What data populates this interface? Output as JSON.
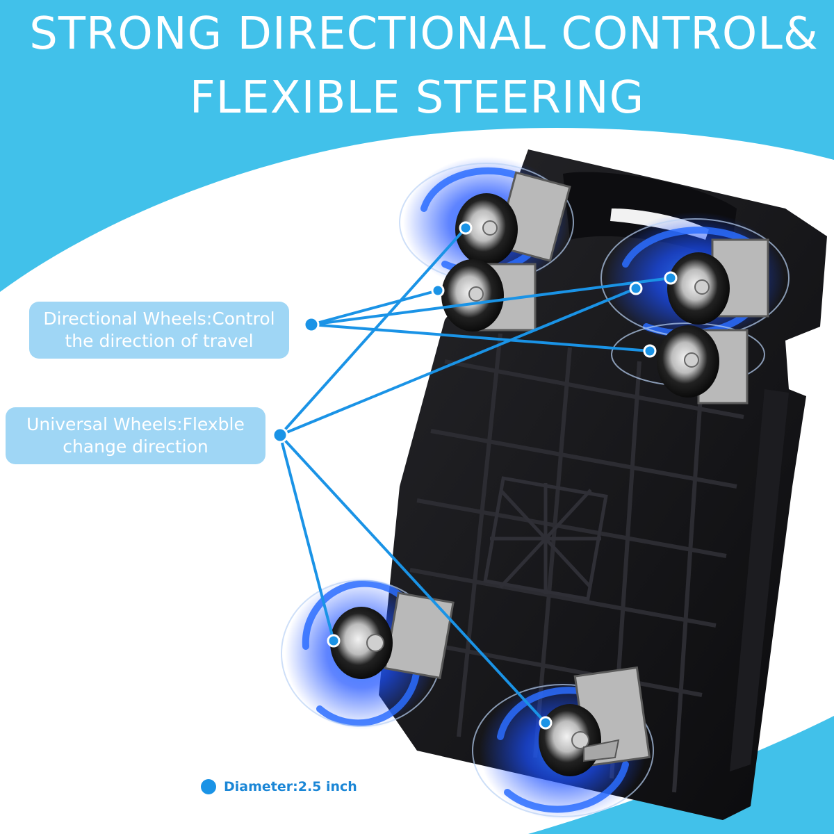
{
  "headline": {
    "line1": "STRONG DIRECTIONAL CONTROL&",
    "line2": "FLEXIBLE STEERING"
  },
  "callouts": {
    "directional": {
      "line1": "Directional Wheels:Control",
      "line2": "the direction of travel"
    },
    "universal": {
      "line1": "Universal Wheels:Flexble",
      "line2": "change direction"
    }
  },
  "legend": {
    "label": "Diameter:2.5 inch"
  },
  "colors": {
    "sky": "#41c1ea",
    "callout": "#9fd6f5",
    "leader_line": "#1a93e6",
    "glow": "#1e6bff",
    "cart_body": "#141416",
    "text": "#ffffff"
  }
}
